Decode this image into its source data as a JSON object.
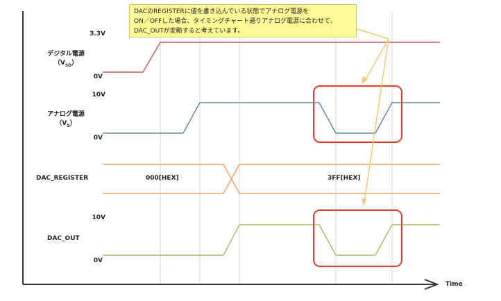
{
  "axis": {
    "time_label": "Time"
  },
  "signals": {
    "digital": {
      "label": "デジタル電源",
      "sub_open": "（V",
      "sub_text": "SD",
      "sub_close": "）",
      "high_level": "3.3V",
      "low_level": "0V",
      "color": "#c9595b"
    },
    "analog": {
      "label": "アナログ電源",
      "sub_open": "（V",
      "sub_text": "S",
      "sub_close": "）",
      "high_level": "10V",
      "low_level": "0V",
      "color": "#5d88b8"
    },
    "register": {
      "label": "DAC_REGISTER",
      "value_before": "000[HEX]",
      "value_after": "3FF[HEX]",
      "color": "#f0a062"
    },
    "dac_out": {
      "label": "DAC_OUT",
      "high_level": "10V",
      "low_level": "0V",
      "color": "#a6bd6a"
    }
  },
  "callout": {
    "line1": "DACのREGISTERに値を書き込んでいる状態でアナログ電源を",
    "line2": "ON／OFFした場合、タイミングチャート通りアナログ電源に合わせて、",
    "line3": "DAC_OUTが変動すると考えています。"
  },
  "colors": {
    "axis": "#333333",
    "guide": "#d9d6c4",
    "highlight": "#e0402a",
    "arrow": "#f7c86b"
  }
}
